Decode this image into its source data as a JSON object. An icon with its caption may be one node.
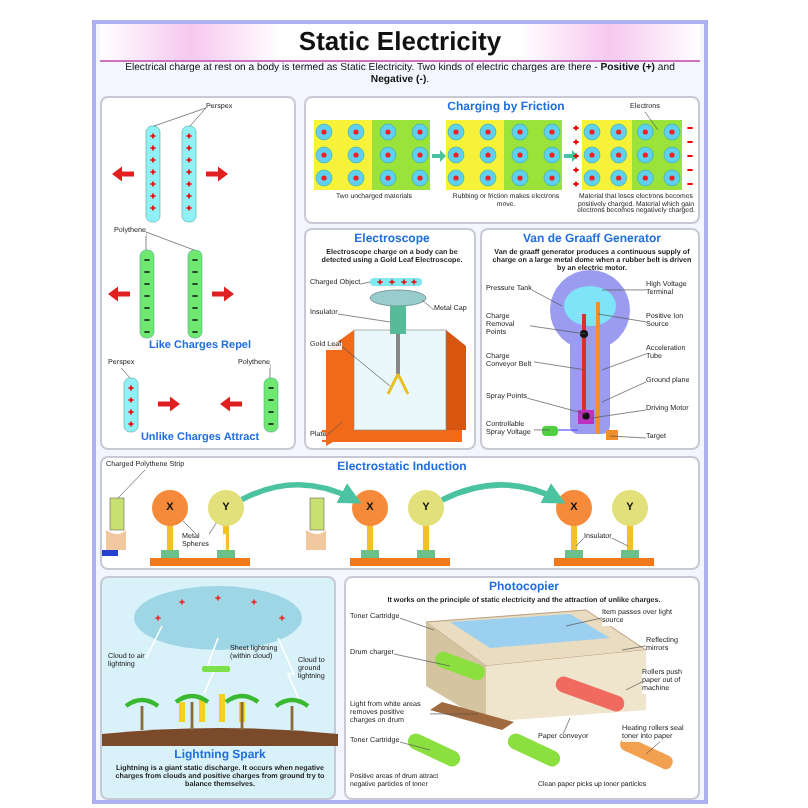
{
  "diagram": {
    "title": "Static Electricity",
    "nodes": [
      {
        "text": [
          "Like Charges Repel",
          "Unlike Charges Attract"
        ]
      },
      {
        "text": [
          "Perspex"
        ],
        "in": 0
      },
      {
        "text": [
          "Polythene"
        ],
        "in": 0
      },
      {
        "text": [
          "Perspex"
        ],
        "in": 0
      },
      {
        "text": [
          "Polythene"
        ],
        "in": 0
      },
      {
        "text": [
          "Charging by Friction",
          "Two uncharged materials",
          "Rubbing or friction makes electrons move.",
          "Material that loses electrons becomes positively charged. Material which gain electrons becomes negatively charged."
        ]
      },
      {
        "text": [
          "Electrons"
        ],
        "in": 5
      },
      {
        "text": [
          "Electroscope",
          "Electroscope charge on a body can be detected using a Gold Leaf Electroscope."
        ]
      },
      {
        "text": [
          "Charged Object"
        ],
        "in": 7
      },
      {
        "text": [
          "Insulator"
        ],
        "in": 7
      },
      {
        "text": [
          "Gold Leaf"
        ],
        "in": 7
      },
      {
        "text": [
          "Metal Cap"
        ],
        "in": 7
      },
      {
        "text": [
          "Plate"
        ],
        "in": 7
      },
      {
        "text": [
          "Van de Graaff Generator",
          "Van de graaff generator produces a continuous supply of charge on a large metal dome when a rubber belt is driven by an electric motor."
        ]
      },
      {
        "text": [
          "Pressure Tank"
        ],
        "in": 13
      },
      {
        "text": [
          "High Voltage Terminal"
        ],
        "in": 13
      },
      {
        "text": [
          "Charge Removal Points"
        ],
        "in": 13
      },
      {
        "text": [
          "Positive Ion Source"
        ],
        "in": 13
      },
      {
        "text": [
          "Charge Conveyor Belt"
        ],
        "in": 13
      },
      {
        "text": [
          "Acceleration Tube"
        ],
        "in": 13
      },
      {
        "text": [
          "Ground plane"
        ],
        "in": 13
      },
      {
        "text": [
          "Spray Points"
        ],
        "in": 13
      },
      {
        "text": [
          "Driving Motor"
        ],
        "in": 13
      },
      {
        "text": [
          "Controllable Spray Voltage"
        ],
        "in": 13
      },
      {
        "text": [
          "Target"
        ],
        "in": 13
      },
      {
        "text": [
          "Electrostatic Induction"
        ]
      },
      {
        "text": [
          "Charged Polythene Strip"
        ],
        "in": 25
      },
      {
        "text": [
          "Metal Spheres"
        ],
        "in": 25
      },
      {
        "text": [
          "Insulator"
        ],
        "in": 25
      },
      {
        "text": [
          "Lightning Spark",
          "Lightning is a giant static discharge. It occurs when negative charges from clouds and positive charges from ground try to balance themselves."
        ]
      },
      {
        "text": [
          "Photocopier",
          "It works on the principle of static electricity and the attraction of unlike charges."
        ]
      },
      {
        "text": [
          "Toner Cartridge"
        ],
        "in": 30
      },
      {
        "text": [
          "Item passes over light source"
        ],
        "in": 30
      },
      {
        "text": [
          "Reflecting mirrors"
        ],
        "in": 30
      },
      {
        "text": [
          "Drum charger"
        ],
        "in": 30
      },
      {
        "text": [
          "Rollers push paper out of machine"
        ],
        "in": 30
      },
      {
        "text": [
          "Light from white areas removes positive charges on drum"
        ],
        "in": 30
      },
      {
        "text": [
          "Paper conveyor"
        ],
        "in": 30
      },
      {
        "text": [
          "Heating rollers seal toner into paper"
        ],
        "in": 30
      },
      {
        "text": [
          "Toner Cartridge"
        ],
        "in": 30
      },
      {
        "text": [
          "X"
        ],
        "in": 25
      },
      {
        "text": [
          "Y"
        ],
        "in": 25
      },
      {
        "text": [
          "X"
        ],
        "in": 25
      },
      {
        "text": [
          "Y"
        ],
        "in": 25
      },
      {
        "text": [
          "X"
        ],
        "in": 25
      },
      {
        "text": [
          "Y"
        ],
        "in": 25
      }
    ],
    "edges": [
      {
        "from": 1,
        "to": null,
        "arrow": "none"
      },
      {
        "from": 1,
        "to": null,
        "arrow": "none"
      },
      {
        "from": 2,
        "to": null,
        "arrow": "none"
      },
      {
        "from": 2,
        "to": null,
        "arrow": "none"
      },
      {
        "from": 3,
        "to": null,
        "arrow": "none"
      },
      {
        "from": 4,
        "to": null,
        "arrow": "none"
      },
      {
        "from": 6,
        "to": null,
        "arrow": "none"
      },
      {
        "from": 8,
        "to": null,
        "arrow": "none"
      },
      {
        "from": 9,
        "to": null,
        "arrow": "none"
      },
      {
        "from": 10,
        "to": null,
        "arrow": "none"
      },
      {
        "from": 11,
        "to": null,
        "arrow": "none"
      },
      {
        "from": 12,
        "to": null,
        "arrow": "none"
      },
      {
        "from": 14,
        "to": null,
        "arrow": "none"
      },
      {
        "from": 15,
        "to": null,
        "arrow": "none"
      },
      {
        "from": 16,
        "to": null,
        "arrow": "none"
      },
      {
        "from": 17,
        "to": null,
        "arrow": "none"
      },
      {
        "from": 18,
        "to": null,
        "arrow": "none"
      },
      {
        "from": 19,
        "to": null,
        "arrow": "none"
      },
      {
        "from": 20,
        "to": null,
        "arrow": "none"
      },
      {
        "from": 21,
        "to": null,
        "arrow": "none"
      },
      {
        "from": 22,
        "to": null,
        "arrow": "none"
      },
      {
        "from": 23,
        "to": null,
        "arrow": "none"
      },
      {
        "from": 24,
        "to": null,
        "arrow": "none"
      },
      {
        "from": 26,
        "to": null,
        "arrow": "none"
      },
      {
        "from": 27,
        "to": 40,
        "arrow": "none"
      },
      {
        "from": 27,
        "to": 41,
        "arrow": "none"
      },
      {
        "from": 28,
        "to": null,
        "arrow": "none"
      },
      {
        "from": 28,
        "to": null,
        "arrow": "none"
      },
      {
        "from": 31,
        "to": null,
        "arrow": "none"
      },
      {
        "from": 32,
        "to": null,
        "arrow": "none"
      },
      {
        "from": 33,
        "to": null,
        "arrow": "none"
      },
      {
        "from": 34,
        "to": null,
        "arrow": "none"
      },
      {
        "from": 35,
        "to": null,
        "arrow": "none"
      },
      {
        "from": 36,
        "to": null,
        "arrow": "none"
      },
      {
        "from": 37,
        "to": null,
        "arrow": "none"
      },
      {
        "from": 38,
        "to": null,
        "arrow": "none"
      },
      {
        "from": 39,
        "to": null,
        "arrow": "none"
      },
      {
        "from": 41,
        "to": 42,
        "arrow": "to",
        "style": "thick",
        "color": "#4cc3a0"
      },
      {
        "from": 43,
        "to": 44,
        "arrow": "to",
        "style": "thick",
        "color": "#4cc3a0"
      }
    ],
    "labels": [
      "Electrical charge at rest on a body is termed as Static Electricity. Two kinds of electric charges are there - **Positive (+)** and **Negative (-)**.",
      "Cloud to air lightning",
      "Sheet lightning (within cloud)",
      "Cloud to ground lightning",
      "Positive areas of drum attract negative particles of toner",
      "Clean paper picks up toner particles"
    ]
  }
}
